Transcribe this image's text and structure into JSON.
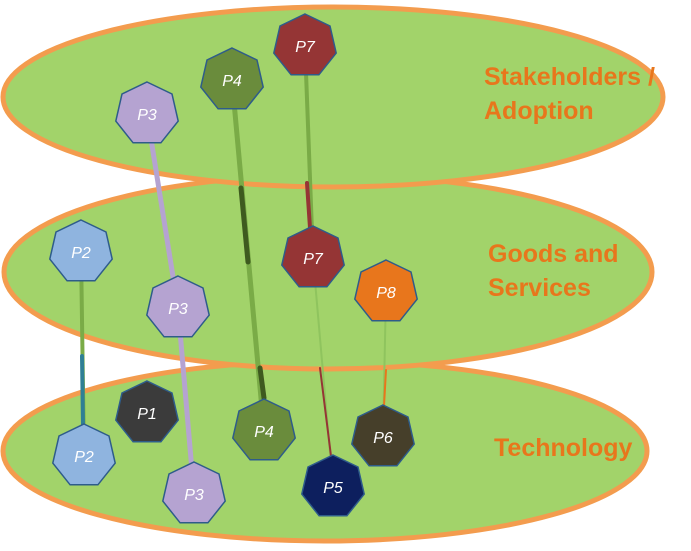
{
  "layers": {
    "top": {
      "label_line1": "Stakeholders /",
      "label_line2": "Adoption"
    },
    "middle": {
      "label_line1": "Goods and",
      "label_line2": "Services"
    },
    "bottom": {
      "label_line1": "Technology"
    }
  },
  "colors": {
    "ellipse_fill": "#a2d36a",
    "ellipse_stroke": "#f39c4e",
    "label": "#e8761c",
    "node_outline": "#2e5c8a"
  },
  "nodes": {
    "top": [
      {
        "id": "P3",
        "label": "P3",
        "fill": "#b5a3d1",
        "text": "#ffffff"
      },
      {
        "id": "P4",
        "label": "P4",
        "fill": "#6a8c3c",
        "text": "#ffffff"
      },
      {
        "id": "P7",
        "label": "P7",
        "fill": "#953535",
        "text": "#ffffff"
      }
    ],
    "middle": [
      {
        "id": "P2",
        "label": "P2",
        "fill": "#8fb4df",
        "text": "#ffffff"
      },
      {
        "id": "P3",
        "label": "P3",
        "fill": "#b5a3d1",
        "text": "#ffffff"
      },
      {
        "id": "P7",
        "label": "P7",
        "fill": "#953535",
        "text": "#ffffff"
      },
      {
        "id": "P8",
        "label": "P8",
        "fill": "#e8761c",
        "text": "#ffffff"
      }
    ],
    "bottom": [
      {
        "id": "P1",
        "label": "P1",
        "fill": "#3b3b3b",
        "text": "#ffffff"
      },
      {
        "id": "P2",
        "label": "P2",
        "fill": "#8fb4df",
        "text": "#ffffff"
      },
      {
        "id": "P3",
        "label": "P3",
        "fill": "#b5a3d1",
        "text": "#ffffff"
      },
      {
        "id": "P4",
        "label": "P4",
        "fill": "#6a8c3c",
        "text": "#ffffff"
      },
      {
        "id": "P5",
        "label": "P5",
        "fill": "#0d1f5e",
        "text": "#ffffff"
      },
      {
        "id": "P6",
        "label": "P6",
        "fill": "#463f2a",
        "text": "#ffffff"
      }
    ]
  }
}
